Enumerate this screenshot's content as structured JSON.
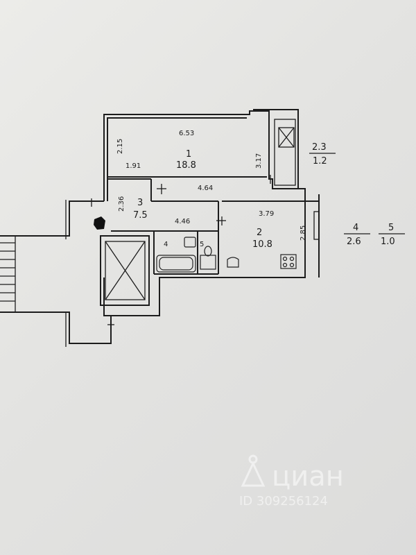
{
  "room1": {
    "width": "6.53",
    "left_depth": "2.15",
    "inner_width": "1.91",
    "number": "1",
    "area": "18.8",
    "right_depth": "3.17",
    "bottom_width": "4.64"
  },
  "room2": {
    "width": "3.79",
    "number": "2",
    "area": "10.8",
    "depth": "2.85"
  },
  "room3": {
    "depth": "2.36",
    "number": "3",
    "area": "7.5",
    "length": "4.46"
  },
  "room4": {
    "number": "4"
  },
  "room5": {
    "number": "5"
  },
  "balcony": {
    "number": "2.3",
    "area": "1.2"
  },
  "legend": {
    "item4": {
      "number": "4",
      "area": "2.6"
    },
    "item5": {
      "number": "5",
      "area": "1.0"
    }
  },
  "watermark": {
    "brand": "циан",
    "id": "ID 309256124"
  }
}
